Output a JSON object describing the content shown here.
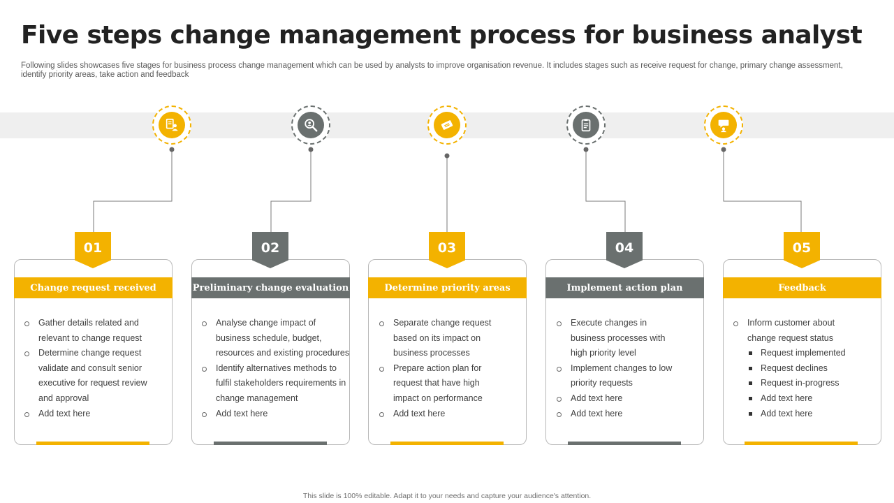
{
  "title": "Five steps change management process for business analyst",
  "subtitle": "Following slides showcases five stages for business process change management which can be used by analysts to improve organisation revenue. It includes stages such as receive request for change, primary change assessment, identify priority areas, take action and feedback",
  "footer": "This slide is 100% editable. Adapt it to your needs and capture your audience's attention.",
  "colors": {
    "yellow": "#F3B200",
    "gray": "#6A706F",
    "band": "#EFEFEF"
  },
  "steps": [
    {
      "number": "01",
      "title": "Change request received",
      "color": "yellow",
      "icon": "request-document-icon",
      "items": [
        "Gather details related and",
        "relevant to change request",
        "Determine change request",
        "validate and consult senior",
        "executive for request review",
        "and approval",
        "Add text here"
      ]
    },
    {
      "number": "02",
      "title": "Preliminary change evaluation",
      "color": "gray",
      "icon": "magnifier-person-icon",
      "items": [
        "Analyse change impact of",
        "business schedule, budget,",
        "resources and existing procedures",
        "Identify alternatives methods to",
        "fulfil stakeholders requirements in",
        "change management",
        "Add text here"
      ]
    },
    {
      "number": "03",
      "title": "Determine priority areas",
      "color": "yellow",
      "icon": "priority-tag-icon",
      "items": [
        "Separate change request",
        "based on its impact on",
        "business processes",
        "Prepare action plan for",
        "request that have high",
        "impact on performance",
        "Add text here"
      ]
    },
    {
      "number": "04",
      "title": "Implement action plan",
      "color": "gray",
      "icon": "clipboard-icon",
      "items": [
        "Execute changes in",
        "business processes with",
        "high priority level",
        "Implement changes to low",
        "priority requests",
        "Add text here",
        "Add text here"
      ]
    },
    {
      "number": "05",
      "title": "Feedback",
      "color": "yellow",
      "icon": "feedback-chat-icon",
      "items": [
        "Inform customer about",
        "change request status",
        "Request implemented",
        "Request declines",
        "Request in-progress",
        "Add text here",
        "Add text here"
      ]
    }
  ]
}
